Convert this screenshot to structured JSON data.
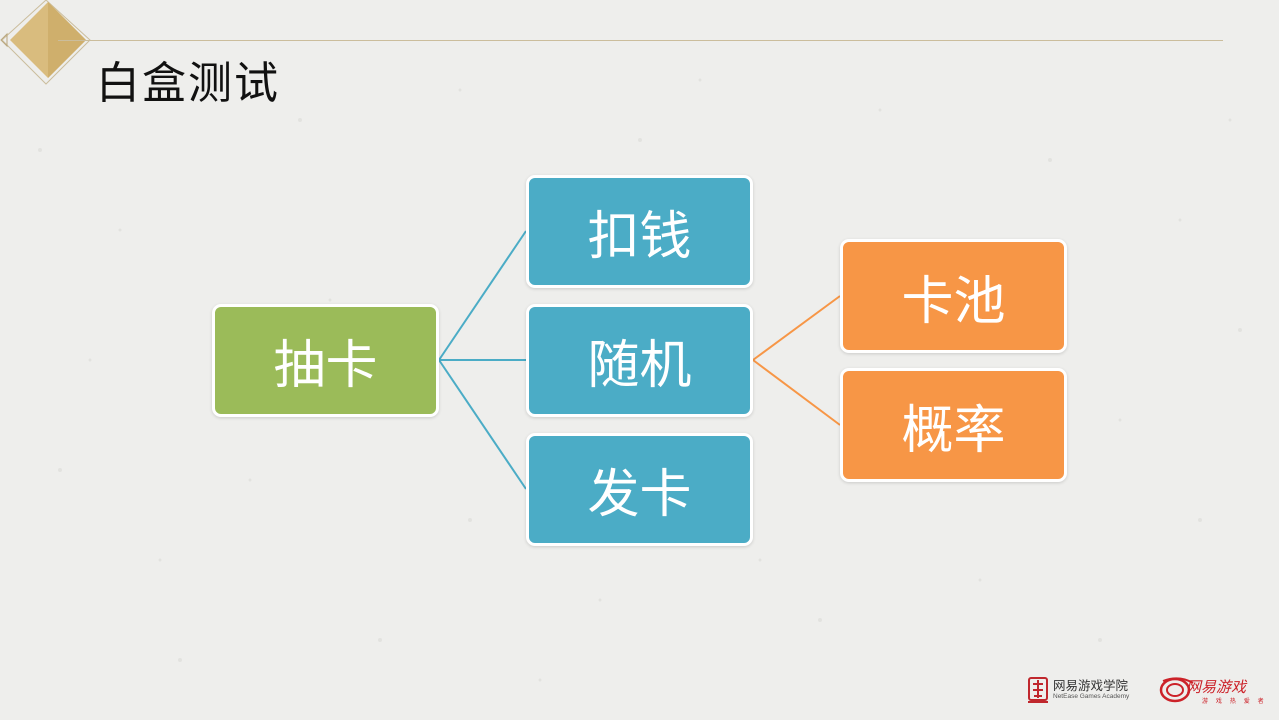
{
  "title": "白盒测试",
  "diagram": {
    "root": "抽卡",
    "level1": [
      "扣钱",
      "随机",
      "发卡"
    ],
    "level2": [
      "卡池",
      "概率"
    ],
    "colors": {
      "root": "#9bbb59",
      "level1": "#4bacc6",
      "level2": "#f79646",
      "connector_level1": "#4bacc6",
      "connector_level2": "#f79646"
    }
  },
  "footer": {
    "academy_name": "网易游戏学院",
    "academy_name_en": "NetEase Games Academy",
    "games_name": "网易游戏",
    "games_slogan": "游 戏 热 爱 者",
    "academy_icon": "academy-seal-logo",
    "games_icon": "netease-games-swirl-logo"
  }
}
